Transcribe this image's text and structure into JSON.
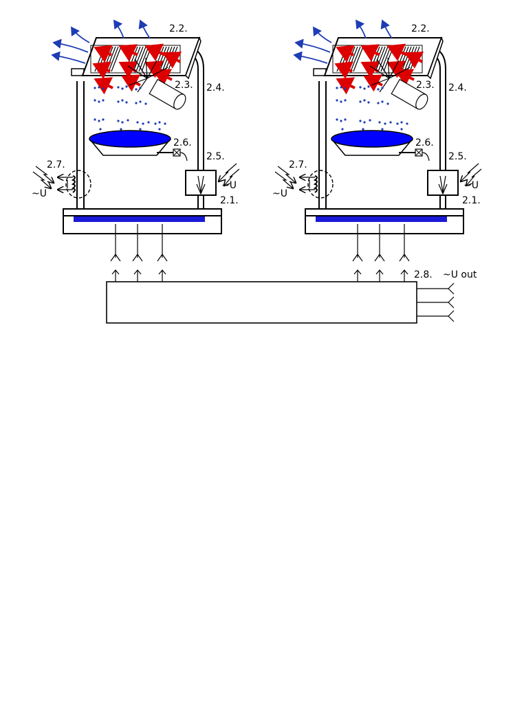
{
  "labels": {
    "l_2_2": "2.2.",
    "l_2_3": "2.3.",
    "l_2_4": "2.4.",
    "l_2_5": "2.5.",
    "l_2_6": "2.6.",
    "l_2_7": "2.7.",
    "l_2_1": "2.1.",
    "l_u_right": "~U",
    "l_u_left": "~U",
    "l_2_8": "2.8.",
    "l_u_out": "~U out"
  },
  "colors": {
    "water": "#0000ff",
    "heat_arrow": "#dd0000",
    "vapor": "#1e3cb4",
    "base_bar": "#1a1ad6"
  }
}
